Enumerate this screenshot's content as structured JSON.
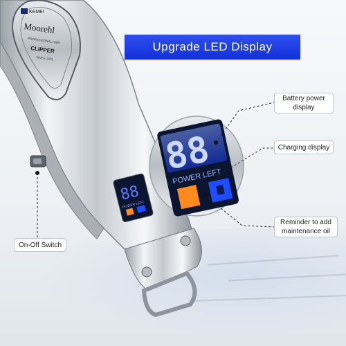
{
  "banner": {
    "title": "Upgrade LED Display"
  },
  "brand": {
    "logo_text": "KEMEI",
    "name": "Moorehl",
    "tagline": "PROFESSIONAL HAIR",
    "product": "CLIPPER",
    "since": "SINCE 2001"
  },
  "display": {
    "digits_large": "88",
    "digits_small": "88",
    "power_left_label": "POWER LEFT",
    "power_left_small": "POWER LEFT"
  },
  "callouts": {
    "battery": "Battery power display",
    "charging": "Charging display",
    "oil": "Reminder to add maintenance oil",
    "switch": "On-Off Switch"
  },
  "colors": {
    "banner": "#1230d8",
    "lcd_blue": "#1e4dff",
    "lcd_dark": "#0b1530",
    "oil_orange": "#ff8a1e"
  }
}
